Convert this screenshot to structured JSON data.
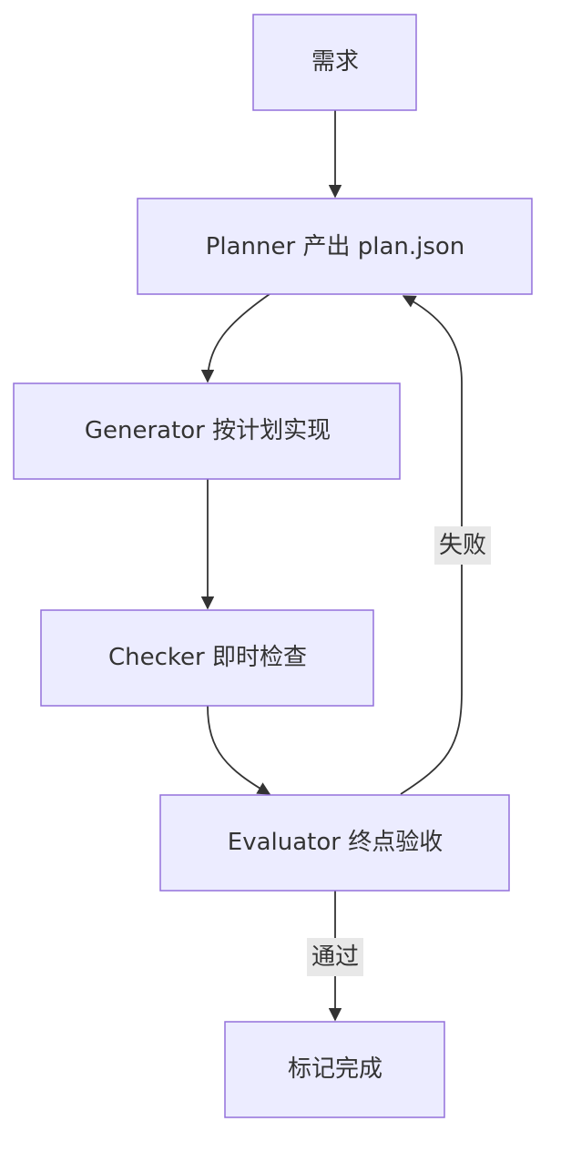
{
  "nodes": {
    "requirement": "需求",
    "planner": "Planner 产出 plan.json",
    "generator": "Generator 按计划实现",
    "checker": "Checker 即时检查",
    "evaluator": "Evaluator 终点验收",
    "done": "标记完成"
  },
  "edges": {
    "fail_label": "失败",
    "pass_label": "通过"
  },
  "colors": {
    "node_fill": "#ececff",
    "node_stroke": "#9370db",
    "edge": "#333333",
    "label_bg": "#e8e8e8"
  }
}
